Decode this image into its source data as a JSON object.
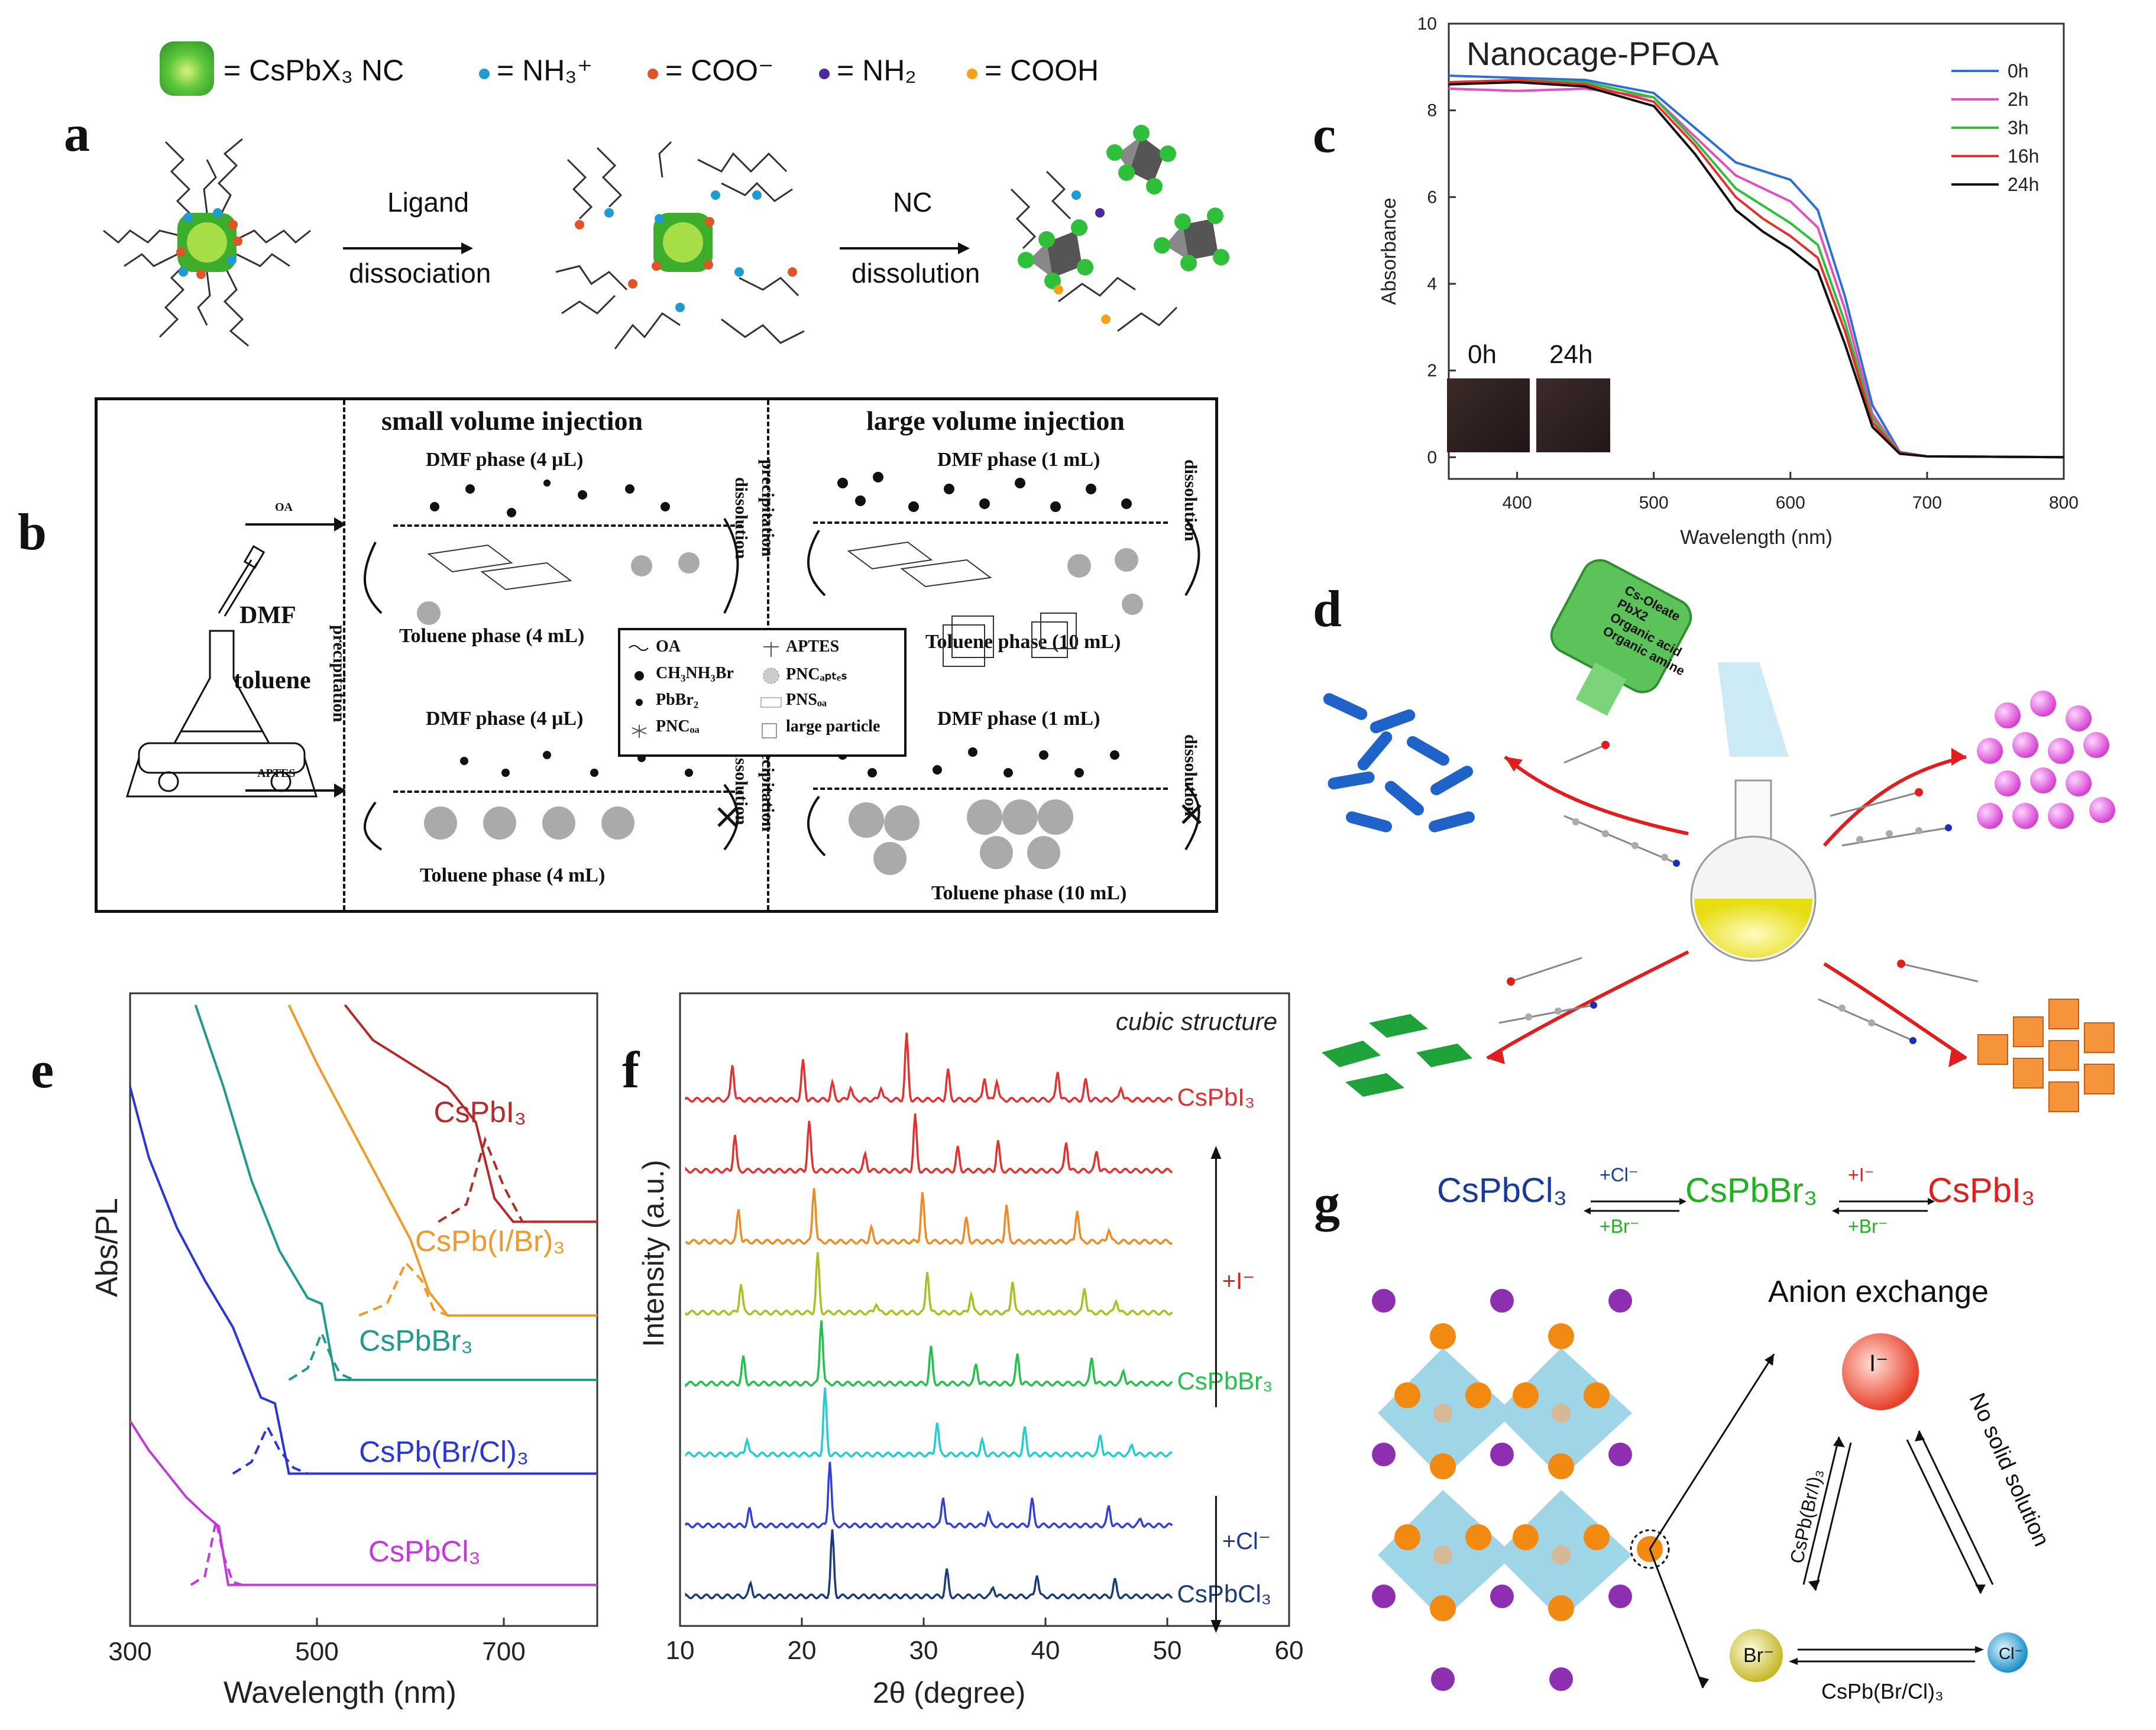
{
  "panel_labels": {
    "a": "a",
    "b": "b",
    "c": "c",
    "d": "d",
    "e": "e",
    "f": "f",
    "g": "g"
  },
  "panel_a": {
    "legend": [
      {
        "sym": "nc",
        "text": "= CsPbX₃ NC",
        "color": "#2fa52f"
      },
      {
        "sym": "dot",
        "text": "= NH₃⁺",
        "color": "#1f9bcf"
      },
      {
        "sym": "dot",
        "text": "= COO⁻",
        "color": "#e0542a"
      },
      {
        "sym": "dot",
        "text": "= NH₂",
        "color": "#4b2a9b"
      },
      {
        "sym": "dot",
        "text": "= COOH",
        "color": "#f2a21a"
      }
    ],
    "step1_line1": "Ligand",
    "step1_line2": "dissociation",
    "step2_line1": "NC",
    "step2_line2": "dissolution"
  },
  "panel_b": {
    "small_title": "small volume injection",
    "large_title": "large volume injection",
    "dmf_small": "DMF phase (4 μL)",
    "dmf_large": "DMF phase (1 mL)",
    "tol_small": "Toluene phase (4 mL)",
    "tol_large": "Toluene phase (10 mL)",
    "precip": "precipitation",
    "dissol": "dissolution",
    "dmf": "DMF",
    "toluene": "toluene",
    "oa": "OA",
    "aptes": "APTES",
    "legend": [
      "OA",
      "CH₃NH₃Br",
      "PbBr₂",
      "PNCₒₐ",
      "APTES",
      "PNCₐₚₜₑₛ",
      "PNSₒₐ",
      "large particle"
    ]
  },
  "panel_c_images": [
    "0h",
    "24h"
  ],
  "panel_d": {
    "bottle_text": [
      "Cs-Oleate",
      "PbX2",
      "Organic acid",
      "Organic amine"
    ]
  },
  "panel_g": {
    "eq": [
      "CsPbCl₃",
      "+Cl⁻",
      "+Br⁻",
      "CsPbBr₃",
      "+I⁻",
      "+Br⁻",
      "CsPbI₃"
    ],
    "anion_exchange": "Anion exchange",
    "ions": [
      "I⁻",
      "Br⁻",
      "Cl⁻"
    ],
    "cspb_bri": "CsPb(Br/I)₃",
    "no_solid": "No solid solution",
    "cspb_brcl": "CsPb(Br/Cl)₃"
  },
  "chart_data": [
    {
      "type": "line",
      "title": "Nanocage-PFOA",
      "xlabel": "Wavelength (nm)",
      "ylabel": "Absorbance",
      "xlim": [
        350,
        800
      ],
      "ylim": [
        -0.5,
        10
      ],
      "xticks": [
        400,
        500,
        600,
        700,
        800
      ],
      "yticks": [
        0,
        2,
        4,
        6,
        8,
        10
      ],
      "legend_position": "top-right",
      "series": [
        {
          "name": "0h",
          "color": "#2c6fd6",
          "x": [
            350,
            400,
            450,
            500,
            530,
            560,
            580,
            600,
            620,
            640,
            660,
            680,
            700,
            800
          ],
          "y": [
            8.8,
            8.75,
            8.7,
            8.4,
            7.6,
            6.8,
            6.6,
            6.4,
            5.7,
            3.7,
            1.2,
            0.12,
            0.02,
            0.0
          ]
        },
        {
          "name": "2h",
          "color": "#e44fbf",
          "x": [
            350,
            400,
            450,
            500,
            530,
            560,
            580,
            600,
            620,
            640,
            660,
            680,
            700,
            800
          ],
          "y": [
            8.5,
            8.45,
            8.5,
            8.3,
            7.4,
            6.5,
            6.2,
            5.9,
            5.3,
            3.4,
            1.0,
            0.1,
            0.02,
            0.0
          ]
        },
        {
          "name": "3h",
          "color": "#2fbf3a",
          "x": [
            350,
            400,
            450,
            500,
            530,
            560,
            580,
            600,
            620,
            640,
            660,
            680,
            700,
            800
          ],
          "y": [
            8.6,
            8.7,
            8.65,
            8.3,
            7.3,
            6.2,
            5.8,
            5.4,
            4.9,
            3.1,
            0.9,
            0.1,
            0.02,
            0.0
          ]
        },
        {
          "name": "16h",
          "color": "#e53030",
          "x": [
            350,
            400,
            450,
            500,
            530,
            560,
            580,
            600,
            620,
            640,
            660,
            680,
            700,
            800
          ],
          "y": [
            8.65,
            8.7,
            8.6,
            8.2,
            7.2,
            6.0,
            5.5,
            5.1,
            4.6,
            2.9,
            0.8,
            0.1,
            0.02,
            0.0
          ]
        },
        {
          "name": "24h",
          "color": "#111111",
          "x": [
            350,
            400,
            450,
            500,
            530,
            560,
            580,
            600,
            620,
            640,
            660,
            680,
            700,
            800
          ],
          "y": [
            8.6,
            8.65,
            8.55,
            8.1,
            7.0,
            5.7,
            5.2,
            4.8,
            4.3,
            2.6,
            0.7,
            0.08,
            0.02,
            0.0
          ]
        }
      ]
    },
    {
      "type": "line",
      "xlabel": "Wavelength (nm)",
      "ylabel": "Abs/PL",
      "xlim": [
        300,
        800
      ],
      "xticks": [
        300,
        500,
        700
      ],
      "series": [
        {
          "name": "CsPbI₃",
          "color": "#b52a2a",
          "abs_x": [
            530,
            560,
            600,
            640,
            670,
            690,
            710,
            750,
            800
          ],
          "abs_y": [
            10.0,
            9.4,
            9.0,
            8.6,
            8.0,
            6.7,
            6.3,
            6.3,
            6.3
          ],
          "pl_x": [
            630,
            660,
            680,
            700,
            720,
            740
          ],
          "pl_y": [
            6.3,
            6.6,
            7.7,
            6.9,
            6.3,
            6.3
          ]
        },
        {
          "name": "CsPb(I/Br)₃",
          "color": "#f09a2a",
          "abs_x": [
            470,
            500,
            540,
            580,
            600,
            620,
            640,
            700,
            800
          ],
          "abs_y": [
            10.0,
            9.0,
            7.8,
            6.6,
            6.0,
            5.1,
            4.7,
            4.7,
            4.7
          ],
          "pl_x": [
            545,
            575,
            595,
            612,
            625,
            640
          ],
          "pl_y": [
            4.7,
            4.9,
            5.6,
            5.3,
            4.8,
            4.7
          ]
        },
        {
          "name": "CsPbBr₃",
          "color": "#1f9a8c",
          "abs_x": [
            370,
            400,
            430,
            460,
            490,
            505,
            520,
            600,
            800
          ],
          "abs_y": [
            10.0,
            8.6,
            7.0,
            5.8,
            5.0,
            4.9,
            3.6,
            3.6,
            3.6
          ],
          "pl_x": [
            470,
            490,
            505,
            515,
            525,
            540
          ],
          "pl_y": [
            3.6,
            3.8,
            4.4,
            4.0,
            3.7,
            3.6
          ]
        },
        {
          "name": "CsPb(Br/Cl)₃",
          "color": "#2b35d8",
          "abs_x": [
            300,
            320,
            350,
            380,
            410,
            440,
            455,
            470,
            800
          ],
          "abs_y": [
            8.6,
            7.4,
            6.2,
            5.3,
            4.5,
            3.3,
            3.2,
            2.0,
            2.0
          ],
          "pl_x": [
            410,
            430,
            447,
            460,
            475,
            490
          ],
          "pl_y": [
            2.0,
            2.2,
            2.8,
            2.4,
            2.1,
            2.0
          ]
        },
        {
          "name": "CsPbCl₃",
          "color": "#c23ad8",
          "abs_x": [
            300,
            320,
            340,
            360,
            380,
            395,
            405,
            500,
            800
          ],
          "abs_y": [
            2.9,
            2.4,
            2.0,
            1.6,
            1.3,
            1.1,
            0.1,
            0.1,
            0.1
          ],
          "pl_x": [
            365,
            380,
            392,
            400,
            410,
            420
          ],
          "pl_y": [
            0.1,
            0.25,
            1.2,
            0.6,
            0.15,
            0.1
          ]
        }
      ]
    },
    {
      "type": "line",
      "title": "cubic structure",
      "xlabel": "2θ (degree)",
      "ylabel": "Intensity (a.u.)",
      "xlim": [
        10,
        60
      ],
      "xticks": [
        10,
        20,
        30,
        40,
        50,
        60
      ],
      "series": [
        {
          "name": "CsPbI₃",
          "color": "#e53030",
          "peaks": [
            [
              14.3,
              0.55
            ],
            [
              20.1,
              0.6
            ],
            [
              22.5,
              0.25
            ],
            [
              24.0,
              0.2
            ],
            [
              26.5,
              0.2
            ],
            [
              28.6,
              1.0
            ],
            [
              32.0,
              0.45
            ],
            [
              35.0,
              0.35
            ],
            [
              36.0,
              0.3
            ],
            [
              41.0,
              0.45
            ],
            [
              43.3,
              0.3
            ],
            [
              46.2,
              0.2
            ]
          ]
        },
        {
          "name": "",
          "color": "#e53030",
          "peaks": [
            [
              14.5,
              0.55
            ],
            [
              20.6,
              0.75
            ],
            [
              25.2,
              0.25
            ],
            [
              29.3,
              0.85
            ],
            [
              32.8,
              0.35
            ],
            [
              36.1,
              0.45
            ],
            [
              41.7,
              0.45
            ],
            [
              44.2,
              0.3
            ]
          ]
        },
        {
          "name": "",
          "color": "#f08a22",
          "peaks": [
            [
              14.8,
              0.5
            ],
            [
              21.0,
              0.85
            ],
            [
              25.7,
              0.2
            ],
            [
              29.9,
              0.75
            ],
            [
              33.5,
              0.35
            ],
            [
              36.8,
              0.55
            ],
            [
              42.6,
              0.5
            ],
            [
              45.2,
              0.2
            ]
          ]
        },
        {
          "name": "",
          "color": "#a9bf22",
          "peaks": [
            [
              15.0,
              0.45
            ],
            [
              21.3,
              0.9
            ],
            [
              26.1,
              0.15
            ],
            [
              30.3,
              0.65
            ],
            [
              33.9,
              0.3
            ],
            [
              37.3,
              0.5
            ],
            [
              43.2,
              0.4
            ],
            [
              45.8,
              0.2
            ]
          ]
        },
        {
          "name": "CsPbBr₃",
          "color": "#22c24a",
          "peaks": [
            [
              15.2,
              0.4
            ],
            [
              21.6,
              1.0
            ],
            [
              30.6,
              0.55
            ],
            [
              34.3,
              0.3
            ],
            [
              37.7,
              0.45
            ],
            [
              43.8,
              0.4
            ],
            [
              46.4,
              0.2
            ]
          ]
        },
        {
          "name": "",
          "color": "#22ccd0",
          "peaks": [
            [
              15.5,
              0.25
            ],
            [
              21.9,
              1.0
            ],
            [
              31.1,
              0.5
            ],
            [
              34.8,
              0.2
            ],
            [
              38.3,
              0.4
            ],
            [
              44.5,
              0.3
            ],
            [
              47.1,
              0.15
            ]
          ]
        },
        {
          "name": "",
          "color": "#3040d8",
          "peaks": [
            [
              15.7,
              0.25
            ],
            [
              22.3,
              1.0
            ],
            [
              31.6,
              0.45
            ],
            [
              35.3,
              0.2
            ],
            [
              38.9,
              0.4
            ],
            [
              45.2,
              0.3
            ],
            [
              47.8,
              0.1
            ]
          ]
        },
        {
          "name": "CsPbCl₃",
          "color": "#1a3a7a",
          "peaks": [
            [
              15.8,
              0.2
            ],
            [
              22.5,
              1.0
            ],
            [
              31.9,
              0.4
            ],
            [
              35.7,
              0.15
            ],
            [
              39.3,
              0.35
            ],
            [
              45.7,
              0.25
            ]
          ]
        }
      ],
      "annotations": [
        "+I⁻",
        "+Cl⁻"
      ]
    }
  ]
}
